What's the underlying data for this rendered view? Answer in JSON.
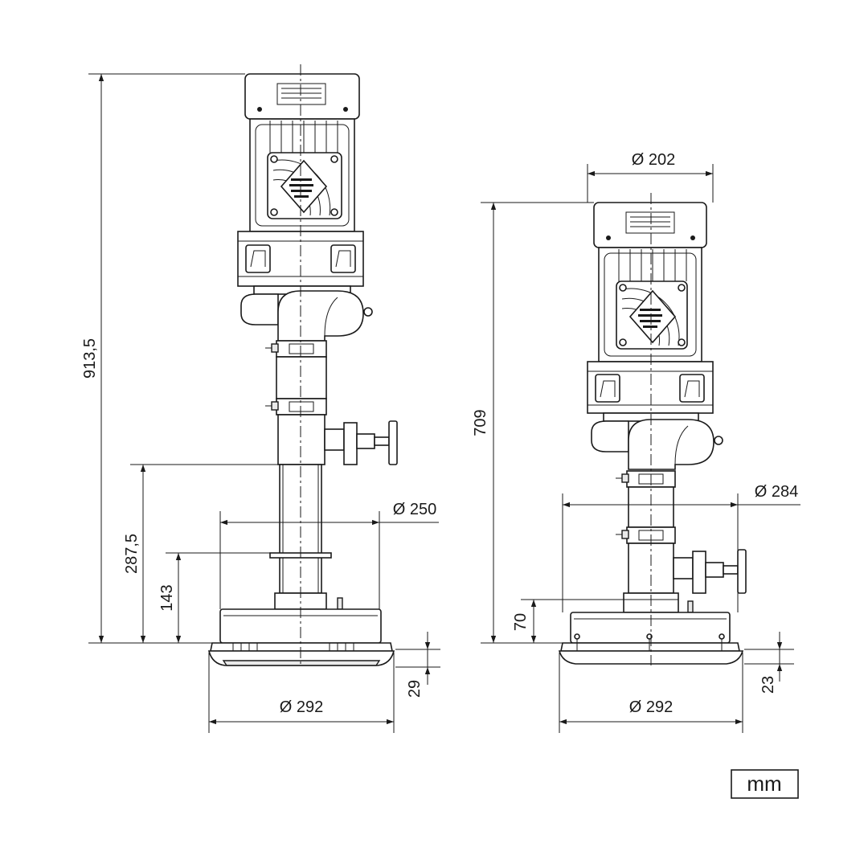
{
  "unit": "mm",
  "left_view": {
    "total_height": "913,5",
    "valve_height": "287,5",
    "flange_height": "143",
    "flange_diameter": "Ø 250",
    "base_diameter": "Ø 292",
    "base_thickness": "29"
  },
  "right_view": {
    "total_height": "709",
    "motor_diameter": "Ø 202",
    "flange_diameter": "Ø 284",
    "valve_height": "70",
    "base_diameter": "Ø 292",
    "base_thickness": "23"
  }
}
